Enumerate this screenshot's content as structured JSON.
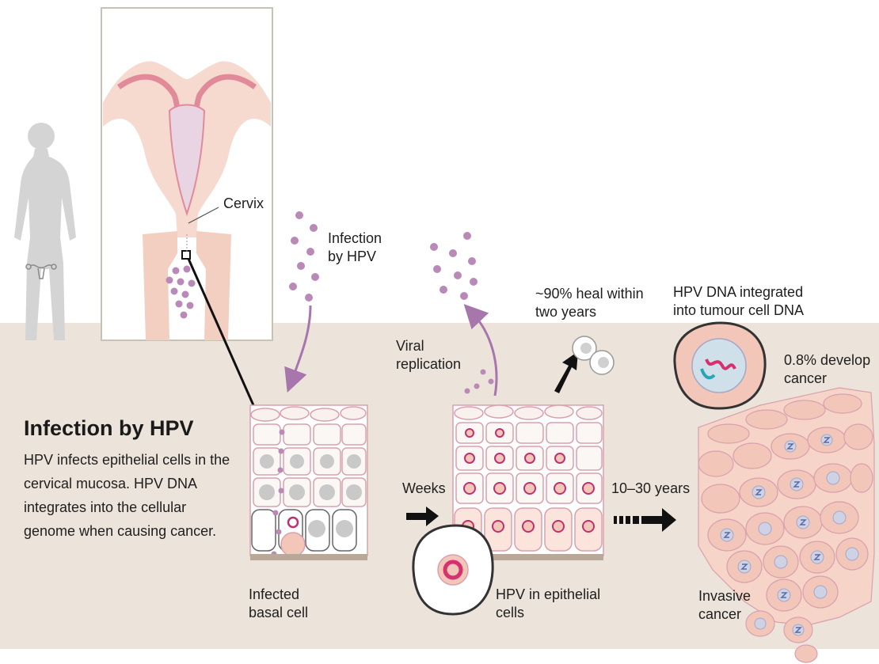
{
  "panel": {
    "title": "Infection by HPV",
    "description": "HPV infects epithelial cells in the cervical mucosa. HPV DNA integrates into the cellular genome when causing cancer."
  },
  "labels": {
    "cervix": "Cervix",
    "infection": "Infection by HPV",
    "viral_replication": "Viral replication",
    "heal": "~90% heal within two years",
    "integrated": "HPV DNA integrated into tumour cell DNA",
    "develop_cancer": "0.8% develop cancer",
    "weeks": "Weeks",
    "years": "10–30 years",
    "infected_basal_cell": "Infected basal cell",
    "hpv_epithelial": "HPV in epithelial cells",
    "invasive_cancer": "Invasive cancer"
  },
  "colors": {
    "background_band": "#ece4da",
    "cell_outline": "#d9a0ae",
    "virus": "#b98ab8",
    "arrow": "#a776ac",
    "tumour_cell": "#f2c6b8",
    "nucleus": "#cfd2e4",
    "dna_pink": "#d6306e",
    "dna_teal": "#2aa5b4"
  }
}
